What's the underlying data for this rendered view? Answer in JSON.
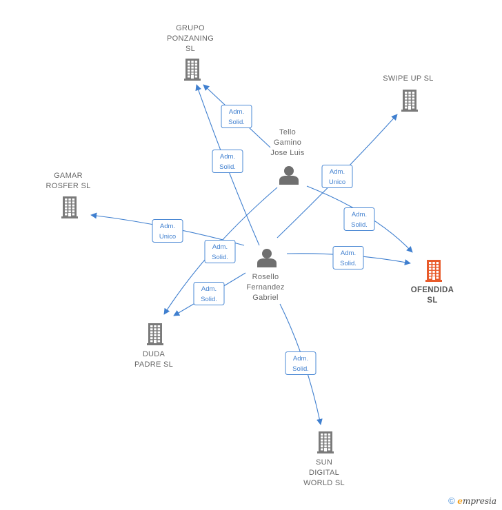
{
  "colors": {
    "edge": "#3f7fcf",
    "company": "#7a7a7a",
    "target": "#e85a2a",
    "person": "#6f6f6f"
  },
  "nodes": [
    {
      "id": "grupo",
      "kind": "company",
      "lines": [
        "GRUPO",
        "PONZANING",
        "SL"
      ]
    },
    {
      "id": "swipe",
      "kind": "company",
      "lines": [
        "SWIPE UP  SL"
      ]
    },
    {
      "id": "gamar",
      "kind": "company",
      "lines": [
        "GAMAR",
        "ROSFER  SL"
      ]
    },
    {
      "id": "ofendida",
      "kind": "target",
      "lines": [
        "OFENDIDA",
        "SL"
      ]
    },
    {
      "id": "duda",
      "kind": "company",
      "lines": [
        "DUDA",
        "PADRE  SL"
      ]
    },
    {
      "id": "sun",
      "kind": "company",
      "lines": [
        "SUN",
        "DIGITAL",
        "WORLD  SL"
      ]
    },
    {
      "id": "tello",
      "kind": "person",
      "lines": [
        "Tello",
        "Gamino",
        "Jose Luis"
      ]
    },
    {
      "id": "rosello",
      "kind": "person",
      "lines": [
        "Rosello",
        "Fernandez",
        "Gabriel"
      ]
    }
  ],
  "edges": [
    {
      "id": "tello-grupo",
      "lines": [
        "Adm.",
        "Solid."
      ]
    },
    {
      "id": "rosello-grupo",
      "lines": [
        "Adm.",
        "Solid."
      ]
    },
    {
      "id": "tello-swipe",
      "lines": [
        "Adm.",
        "Unico"
      ]
    },
    {
      "id": "tello-ofendida",
      "lines": [
        "Adm.",
        "Solid."
      ]
    },
    {
      "id": "rosello-gamar",
      "lines": [
        "Adm.",
        "Unico"
      ]
    },
    {
      "id": "tello-duda",
      "lines": [
        "Adm.",
        "Solid."
      ]
    },
    {
      "id": "rosello-duda",
      "lines": [
        "Adm.",
        "Solid."
      ]
    },
    {
      "id": "rosello-ofendida",
      "lines": [
        "Adm.",
        "Solid."
      ]
    },
    {
      "id": "rosello-sun",
      "lines": [
        "Adm.",
        "Solid."
      ]
    }
  ],
  "footer": {
    "copyright": "©",
    "brand_initial": "e",
    "brand_rest": "mpresia"
  }
}
